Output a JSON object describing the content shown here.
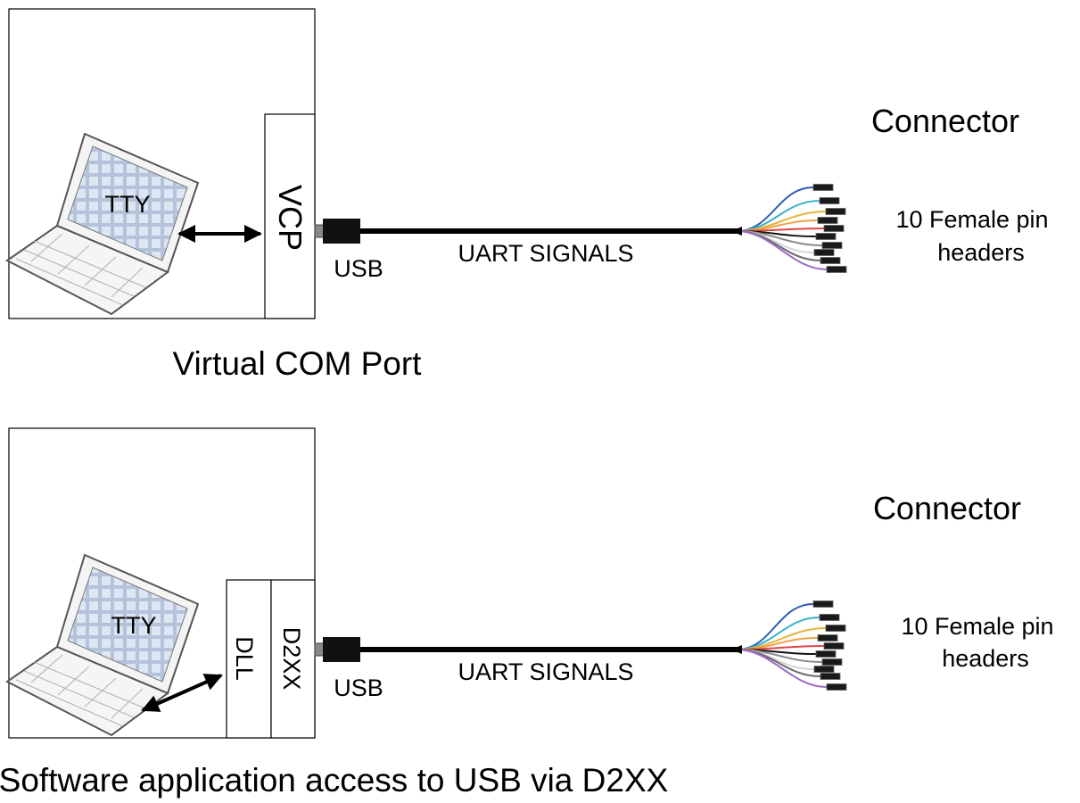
{
  "top": {
    "screen_label": "TTY",
    "driver_label": "VCP",
    "usb_label": "USB",
    "cable_label": "UART SIGNALS",
    "connector_label": "Connector",
    "headers_label_line1": "10 Female pin",
    "headers_label_line2": "headers",
    "caption": "Virtual COM Port"
  },
  "bottom": {
    "screen_label": "TTY",
    "dll_label": "DLL",
    "driver_label": "D2XX",
    "usb_label": "USB",
    "cable_label": "UART SIGNALS",
    "connector_label": "Connector",
    "headers_label_line1": "10 Female pin",
    "headers_label_line2": "headers",
    "caption": "Software application access to USB via D2XX"
  },
  "wire_colors": [
    "#2a5db0",
    "#3bb3c9",
    "#e3b43a",
    "#f0a24a",
    "#e04646",
    "#111111",
    "#8a8a8a",
    "#d6d6d6",
    "#6a6a6a",
    "#9b6bc7"
  ],
  "icons": [
    "laptop-icon",
    "usb-plug-icon",
    "pin-header-icon",
    "bidirectional-arrow-icon"
  ]
}
